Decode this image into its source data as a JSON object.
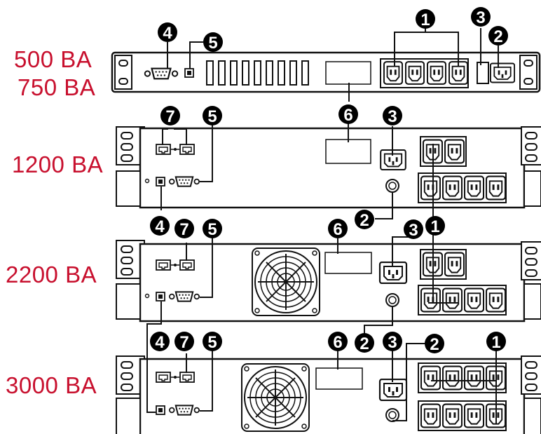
{
  "models": [
    {
      "id": "500_750",
      "labels": [
        "500 BA",
        "750 BA"
      ]
    },
    {
      "id": "1200",
      "labels": [
        "1200 BA"
      ]
    },
    {
      "id": "2200",
      "labels": [
        "2200 BA"
      ]
    },
    {
      "id": "3000",
      "labels": [
        "3000 BA"
      ]
    }
  ],
  "callouts": {
    "c1": "1",
    "c2": "2",
    "c3": "3",
    "c4": "4",
    "c5": "5",
    "c6": "6",
    "c7": "7"
  },
  "colors": {
    "label": "#c8102e",
    "line": "#111111",
    "callout_fill": "#000000"
  }
}
